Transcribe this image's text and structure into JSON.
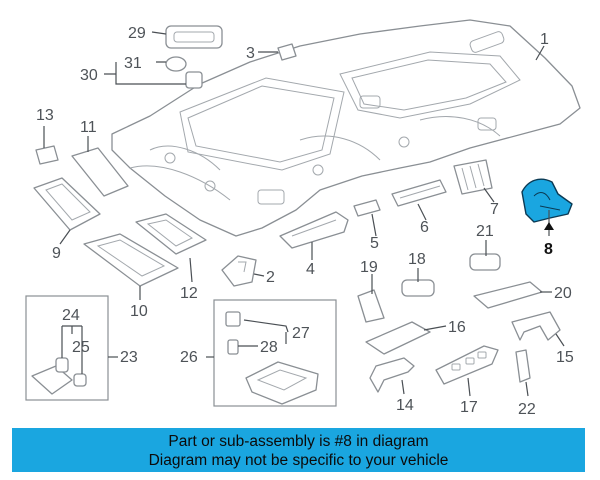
{
  "callouts": {
    "p1": "1",
    "p2": "2",
    "p3": "3",
    "p4": "4",
    "p5": "5",
    "p6": "6",
    "p7": "7",
    "p8": "8",
    "p9": "9",
    "p10": "10",
    "p11": "11",
    "p12": "12",
    "p13": "13",
    "p14": "14",
    "p15": "15",
    "p16": "16",
    "p17": "17",
    "p18": "18",
    "p19": "19",
    "p20": "20",
    "p21": "21",
    "p22": "22",
    "p23": "23",
    "p24": "24",
    "p25": "25",
    "p26": "26",
    "p27": "27",
    "p28": "28",
    "p29": "29",
    "p30": "30",
    "p31": "31"
  },
  "highlight_color": "#1aa6e0",
  "banner": {
    "line1": "Part or sub-assembly is #8 in diagram",
    "line2": "Diagram may not be specific to your vehicle"
  }
}
